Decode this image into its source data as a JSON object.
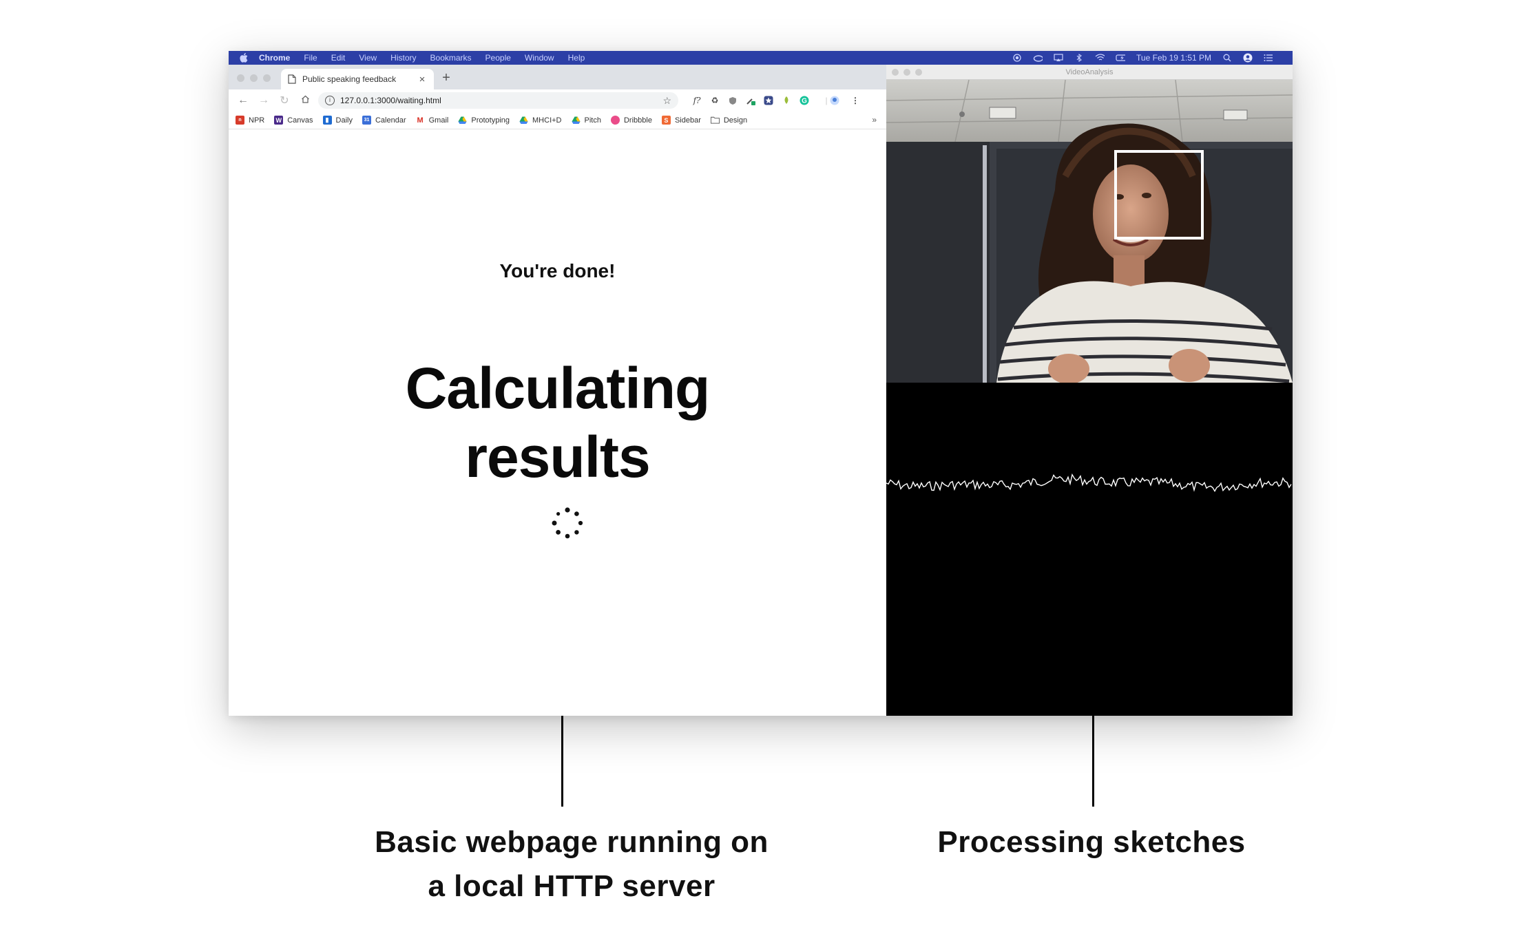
{
  "menubar": {
    "items": [
      "Chrome",
      "File",
      "Edit",
      "View",
      "History",
      "Bookmarks",
      "People",
      "Window",
      "Help"
    ],
    "clock": "Tue Feb 19  1:51 PM",
    "bar_color": "#2c3fa6"
  },
  "browser": {
    "tab_title": "Public speaking feedback",
    "url": "127.0.0.1:3000/waiting.html",
    "bookmarks": [
      {
        "label": "NPR",
        "color": "#d73b2a"
      },
      {
        "label": "Canvas",
        "color": "#4a2a8a"
      },
      {
        "label": "Daily",
        "color": "#1f6bd1"
      },
      {
        "label": "Calendar",
        "color": "#3b6fd8"
      },
      {
        "label": "Gmail",
        "color": "#d93025"
      },
      {
        "label": "Prototyping",
        "color": "#1fa463"
      },
      {
        "label": "MHCI+D",
        "color": "#1fa463"
      },
      {
        "label": "Pitch",
        "color": "#1fa463"
      },
      {
        "label": "Dribbble",
        "color": "#ea4c89"
      },
      {
        "label": "Sidebar",
        "color": "#f06a35"
      },
      {
        "label": "Design",
        "color": "#8a8a8a"
      }
    ],
    "more": "»"
  },
  "page": {
    "heading_small": "You're done!",
    "heading_large_line1": "Calculating",
    "heading_large_line2": "results"
  },
  "video_window": {
    "title": "VideoAnalysis"
  },
  "captions": {
    "left_line1": "Basic webpage running on",
    "left_line2": "a local HTTP server",
    "right": "Processing sketches"
  }
}
